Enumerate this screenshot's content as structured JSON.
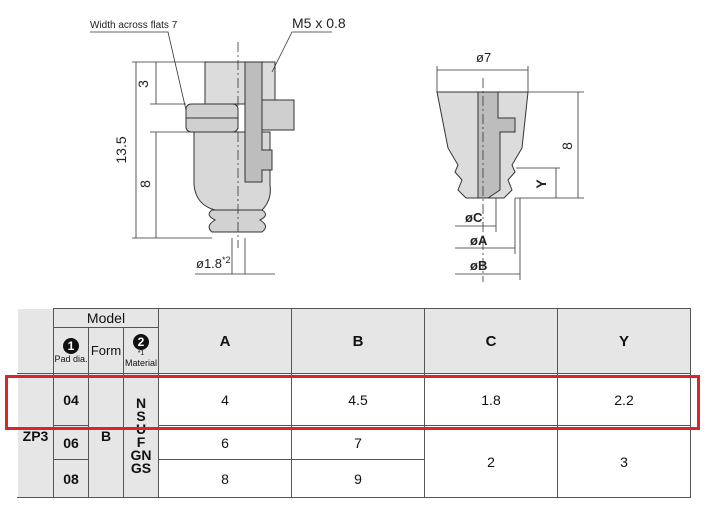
{
  "drawing_left": {
    "label_flats": "Width across flats 7",
    "label_thread": "M5 x 0.8",
    "dim_3": "3",
    "dim_13_5": "13.5",
    "dim_8": "8",
    "dim_dia": "ø1.8",
    "dim_dia_note": "*2"
  },
  "drawing_right": {
    "dim_dia7": "ø7",
    "dim_8": "8",
    "dim_y": "Y",
    "dim_c": "øC",
    "dim_a": "øA",
    "dim_b": "øB"
  },
  "table": {
    "model_label": "Model",
    "col1_num": "1",
    "col1_label": "Pad dia.",
    "form_label": "Form",
    "col2_num": "2",
    "col2_note": "*1",
    "col2_label": "Material",
    "headers": [
      "A",
      "B",
      "C",
      "Y"
    ],
    "series": "ZP3",
    "form": "B",
    "materials": [
      "N",
      "S",
      "U",
      "F",
      "GN",
      "GS"
    ],
    "rows": [
      {
        "pad": "04",
        "A": "4",
        "B": "4.5",
        "C": "1.8",
        "Y": "2.2"
      },
      {
        "pad": "06",
        "A": "6",
        "B": "7"
      },
      {
        "pad": "08",
        "A": "8",
        "B": "9"
      }
    ],
    "shared_C": "2",
    "shared_Y": "3"
  },
  "colors": {
    "highlight": "#d9262c",
    "part_fill": "#d6d6d6",
    "shade": "#e6e6e6"
  }
}
